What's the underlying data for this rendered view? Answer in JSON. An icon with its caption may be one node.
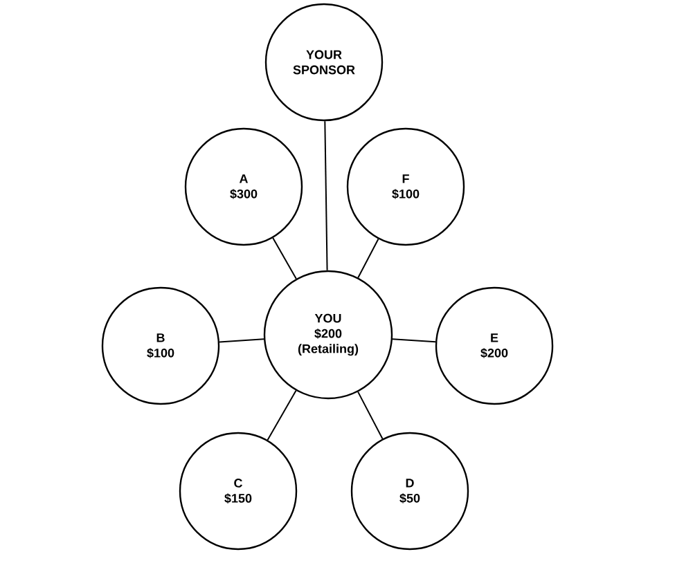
{
  "diagram": {
    "nodes": [
      {
        "text": [
          "YOUR SPONSOR"
        ]
      },
      {
        "text": [
          "A",
          "$300"
        ]
      },
      {
        "text": [
          "F",
          "$100"
        ]
      },
      {
        "text": [
          "B",
          "$100"
        ]
      },
      {
        "text": [
          "YOU",
          "$200",
          "(Retailing)"
        ]
      },
      {
        "text": [
          "E",
          "$200"
        ]
      },
      {
        "text": [
          "C",
          "$150"
        ]
      },
      {
        "text": [
          "D",
          "$50"
        ]
      }
    ],
    "edges": [
      {
        "from": 0,
        "to": 4,
        "arrow": "none"
      },
      {
        "from": 1,
        "to": 4,
        "arrow": "none"
      },
      {
        "from": 2,
        "to": 4,
        "arrow": "none"
      },
      {
        "from": 3,
        "to": 4,
        "arrow": "none"
      },
      {
        "from": 5,
        "to": 4,
        "arrow": "none"
      },
      {
        "from": 6,
        "to": 4,
        "arrow": "none"
      },
      {
        "from": 7,
        "to": 4,
        "arrow": "none"
      }
    ]
  }
}
